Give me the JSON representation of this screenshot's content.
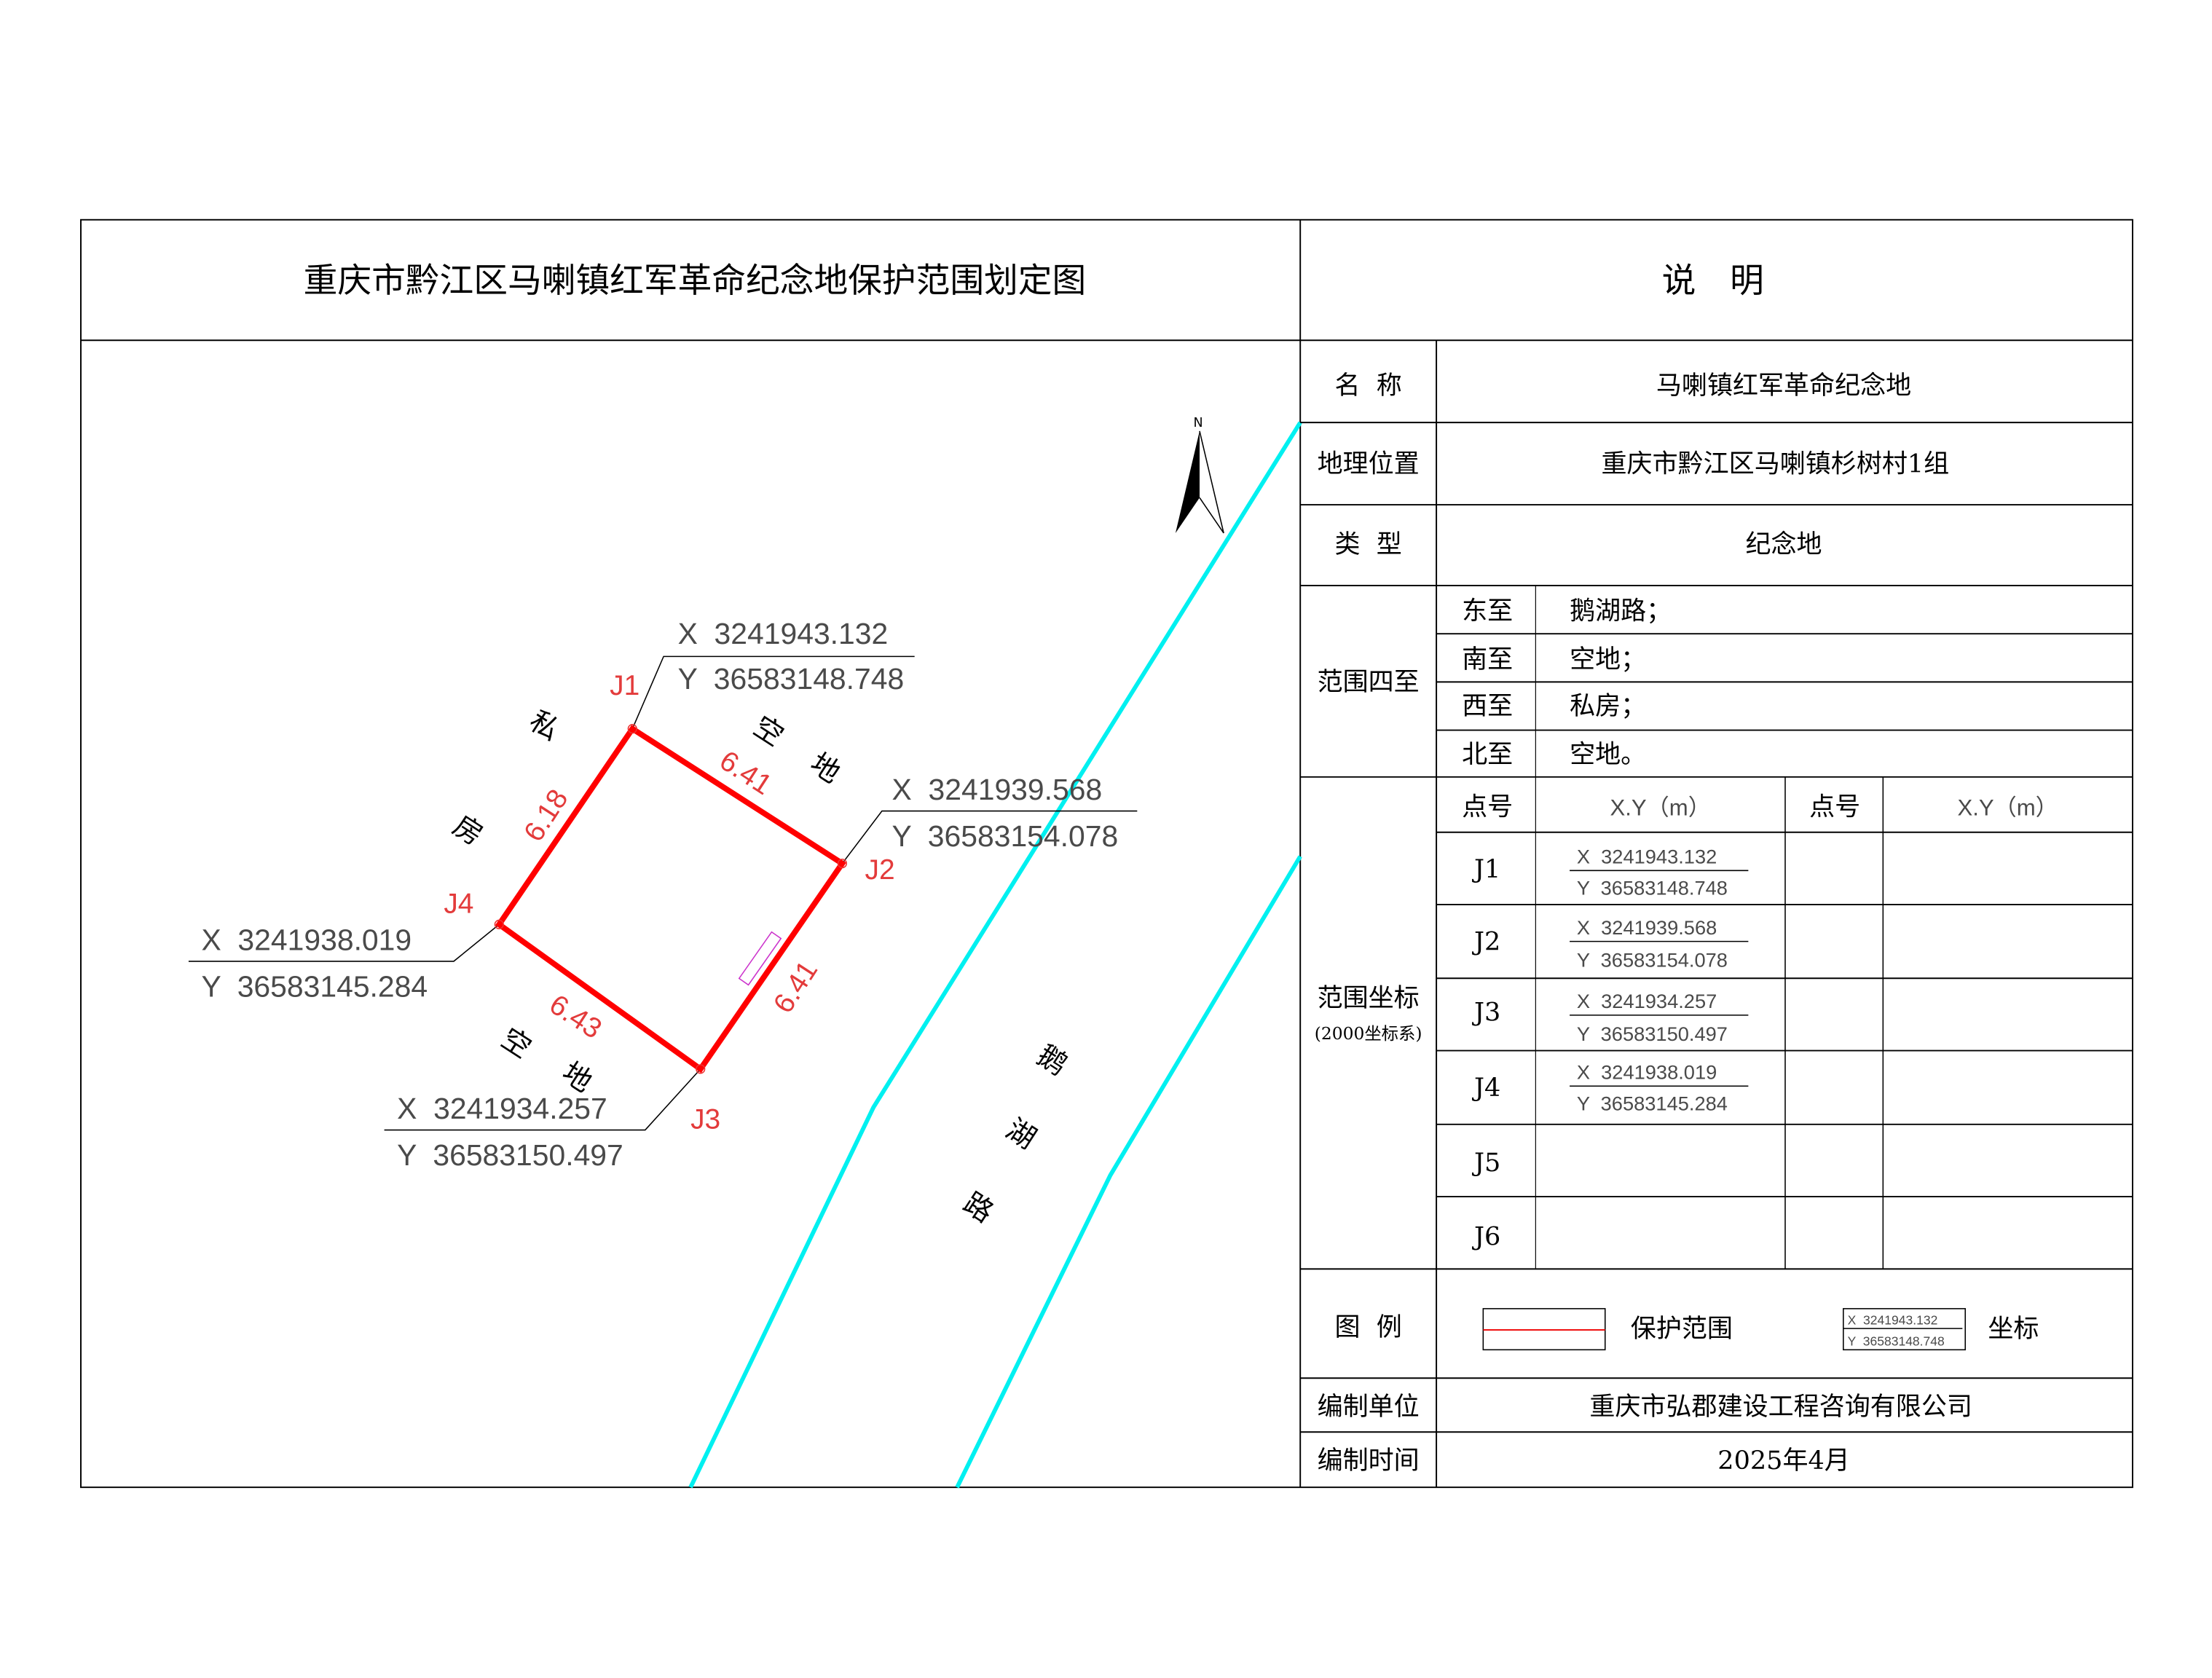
{
  "title": "重庆市黔江区马喇镇红军革命纪念地保护范围划定图",
  "map": {
    "north_label": "N",
    "colors": {
      "boundary": "#ff0000",
      "road": "#00ffff",
      "marker": "#cc33cc",
      "leader": "#000000"
    },
    "points": [
      {
        "id": "J1",
        "x_label": "X  3241943.132",
        "y_label": "Y  36583148.748"
      },
      {
        "id": "J2",
        "x_label": "X  3241939.568",
        "y_label": "Y  36583154.078"
      },
      {
        "id": "J3",
        "x_label": "X  3241934.257",
        "y_label": "Y  36583150.497"
      },
      {
        "id": "J4",
        "x_label": "X  3241938.019",
        "y_label": "Y  36583145.284"
      }
    ],
    "edges": [
      {
        "from": "J1",
        "to": "J2",
        "length": "6.41"
      },
      {
        "from": "J2",
        "to": "J3",
        "length": "6.41"
      },
      {
        "from": "J3",
        "to": "J4",
        "length": "6.43"
      },
      {
        "from": "J4",
        "to": "J1",
        "length": "6.18"
      }
    ],
    "neighbors": {
      "north": [
        "空",
        "地"
      ],
      "west": [
        "私",
        "房"
      ],
      "south": [
        "空",
        "地"
      ],
      "road": [
        "鹅",
        "湖",
        "路"
      ]
    }
  },
  "info": {
    "header": "说　明",
    "name_label": "名  称",
    "name_value": "马喇镇红军革命纪念地",
    "location_label": "地理位置",
    "location_value": "重庆市黔江区马喇镇杉树村1组",
    "type_label": "类  型",
    "type_value": "纪念地",
    "boundaries_label": "范围四至",
    "boundaries": [
      {
        "dir": "东至",
        "value": "鹅湖路；"
      },
      {
        "dir": "南至",
        "value": "空地；"
      },
      {
        "dir": "西至",
        "value": "私房；"
      },
      {
        "dir": "北至",
        "value": "空地。"
      }
    ],
    "coords_label": "范围坐标",
    "coords_sub": "(2000坐标系)",
    "coords_headers": [
      "点号",
      "X.Y（m）",
      "点号",
      "X.Y（m）"
    ],
    "coords_rows": [
      {
        "id": "J1",
        "x": "X  3241943.132",
        "y": "Y  36583148.748"
      },
      {
        "id": "J2",
        "x": "X  3241939.568",
        "y": "Y  36583154.078"
      },
      {
        "id": "J3",
        "x": "X  3241934.257",
        "y": "Y  36583150.497"
      },
      {
        "id": "J4",
        "x": "X  3241938.019",
        "y": "Y  36583145.284"
      },
      {
        "id": "J5",
        "x": "",
        "y": ""
      },
      {
        "id": "J6",
        "x": "",
        "y": ""
      }
    ],
    "legend_label": "图  例",
    "legend_boundary_text": "保护范围",
    "legend_coord_x": "X  3241943.132",
    "legend_coord_y": "Y  36583148.748",
    "legend_coord_text": "坐标",
    "unit_label": "编制单位",
    "unit_value": "重庆市弘郡建设工程咨询有限公司",
    "date_label": "编制时间",
    "date_value": "2025年4月"
  }
}
